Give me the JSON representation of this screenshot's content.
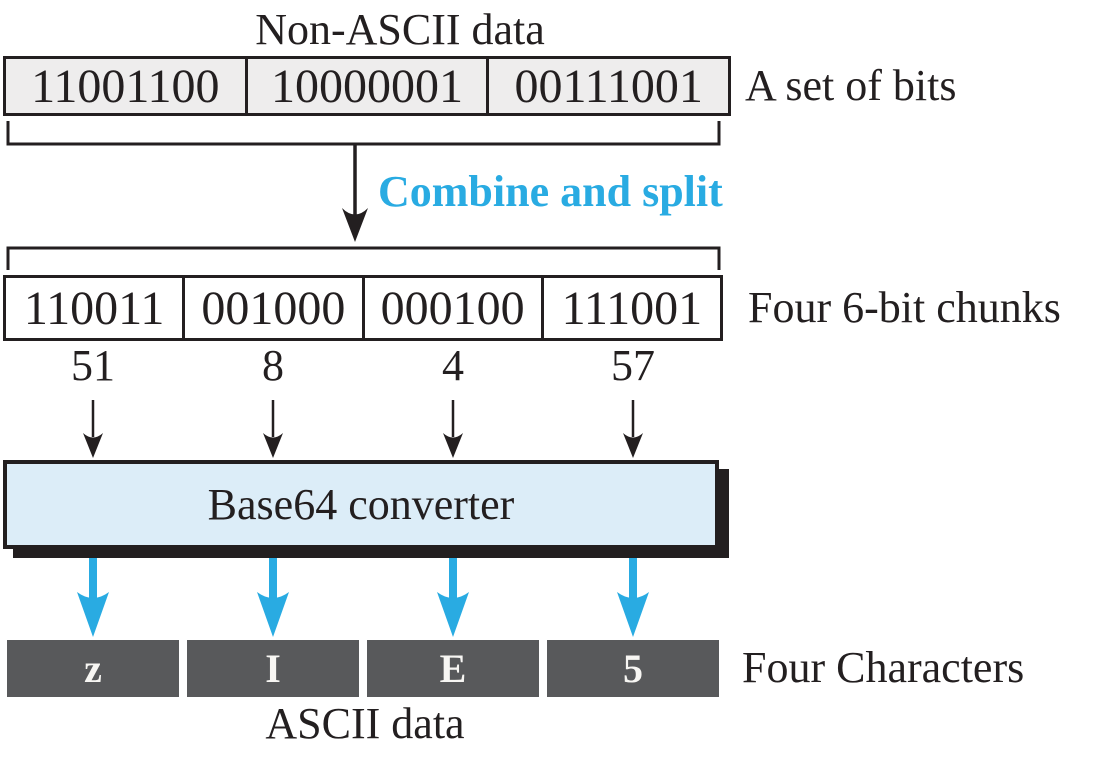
{
  "labels": {
    "top": "Non-ASCII data",
    "set_of_bits": "A set of bits",
    "combine": "Combine and split",
    "chunks": "Four 6-bit chunks",
    "converter": "Base64 converter",
    "characters": "Four Characters",
    "bottom": "ASCII data"
  },
  "bits_row": [
    "11001100",
    "10000001",
    "00111001"
  ],
  "chunk_row": [
    "110011",
    "001000",
    "000100",
    "111001"
  ],
  "decimal_values": [
    "51",
    "8",
    "4",
    "57"
  ],
  "char_row": [
    "z",
    "I",
    "E",
    "5"
  ],
  "colors": {
    "accent_cyan": "#29ABE2",
    "converter_fill": "#DCEDF8",
    "bits_row_fill": "#EEEDED",
    "char_box_fill": "#58595B",
    "ink": "#231F20"
  }
}
